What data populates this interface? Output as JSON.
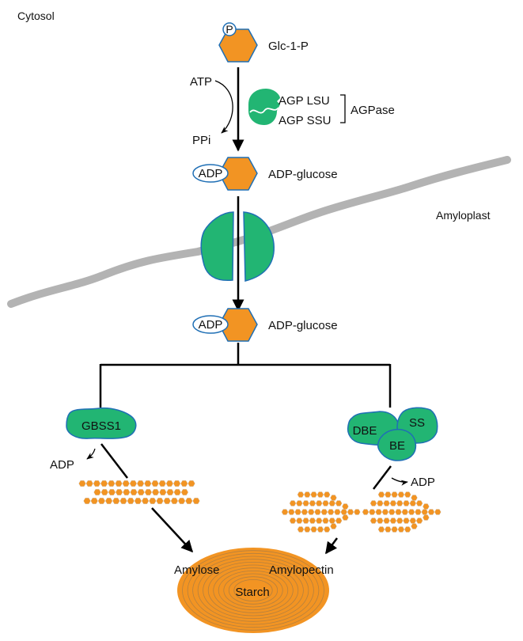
{
  "colors": {
    "sugar": "#f29423",
    "protein": "#22b573",
    "outline": "#1f6fb5",
    "membrane": "#b3b3b3",
    "arrow": "#000000"
  },
  "compartments": {
    "cytosol": "Cytosol",
    "amyloplast": "Amyloplast"
  },
  "molecules": {
    "glc1p": {
      "label": "Glc-1-P",
      "tag": "P"
    },
    "adpglucose_cytosol": {
      "label": "ADP-glucose",
      "tag": "ADP"
    },
    "adpglucose_plastid": {
      "label": "ADP-glucose",
      "tag": "ADP"
    }
  },
  "agpase": {
    "lsu": "AGP LSU",
    "ssu": "AGP SSU",
    "complex": "AGPase"
  },
  "cofactors": {
    "atp": "ATP",
    "ppi": "PPi",
    "adp_left": "ADP",
    "adp_right": "ADP"
  },
  "enzymes": {
    "gbss1": "GBSS1",
    "dbe": "DBE",
    "ss": "SS",
    "be": "BE"
  },
  "products": {
    "amylose": "Amylose",
    "amylopectin": "Amylopectin",
    "starch": "Starch"
  }
}
